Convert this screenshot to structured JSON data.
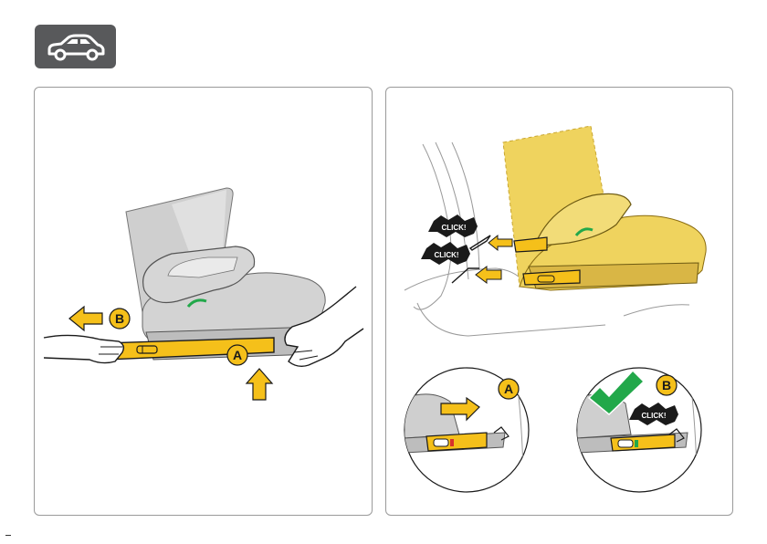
{
  "step_icon": "car-icon",
  "panel_left": {
    "labels": {
      "a": "A",
      "b": "B"
    }
  },
  "panel_right": {
    "click_top": "CLICK!",
    "click_bottom": "CLICK!",
    "detail_a": {
      "label": "A"
    },
    "detail_b": {
      "label": "B",
      "click": "CLICK!",
      "check": "checkmark-icon"
    }
  },
  "colors": {
    "yellow": "#f5c01a",
    "yellow_fill": "#efd35e",
    "gray_badge": "#58595b",
    "seat_gray": "#c8c8c8",
    "black": "#1a1a1a",
    "green": "#22a84a",
    "red": "#d8322c"
  }
}
